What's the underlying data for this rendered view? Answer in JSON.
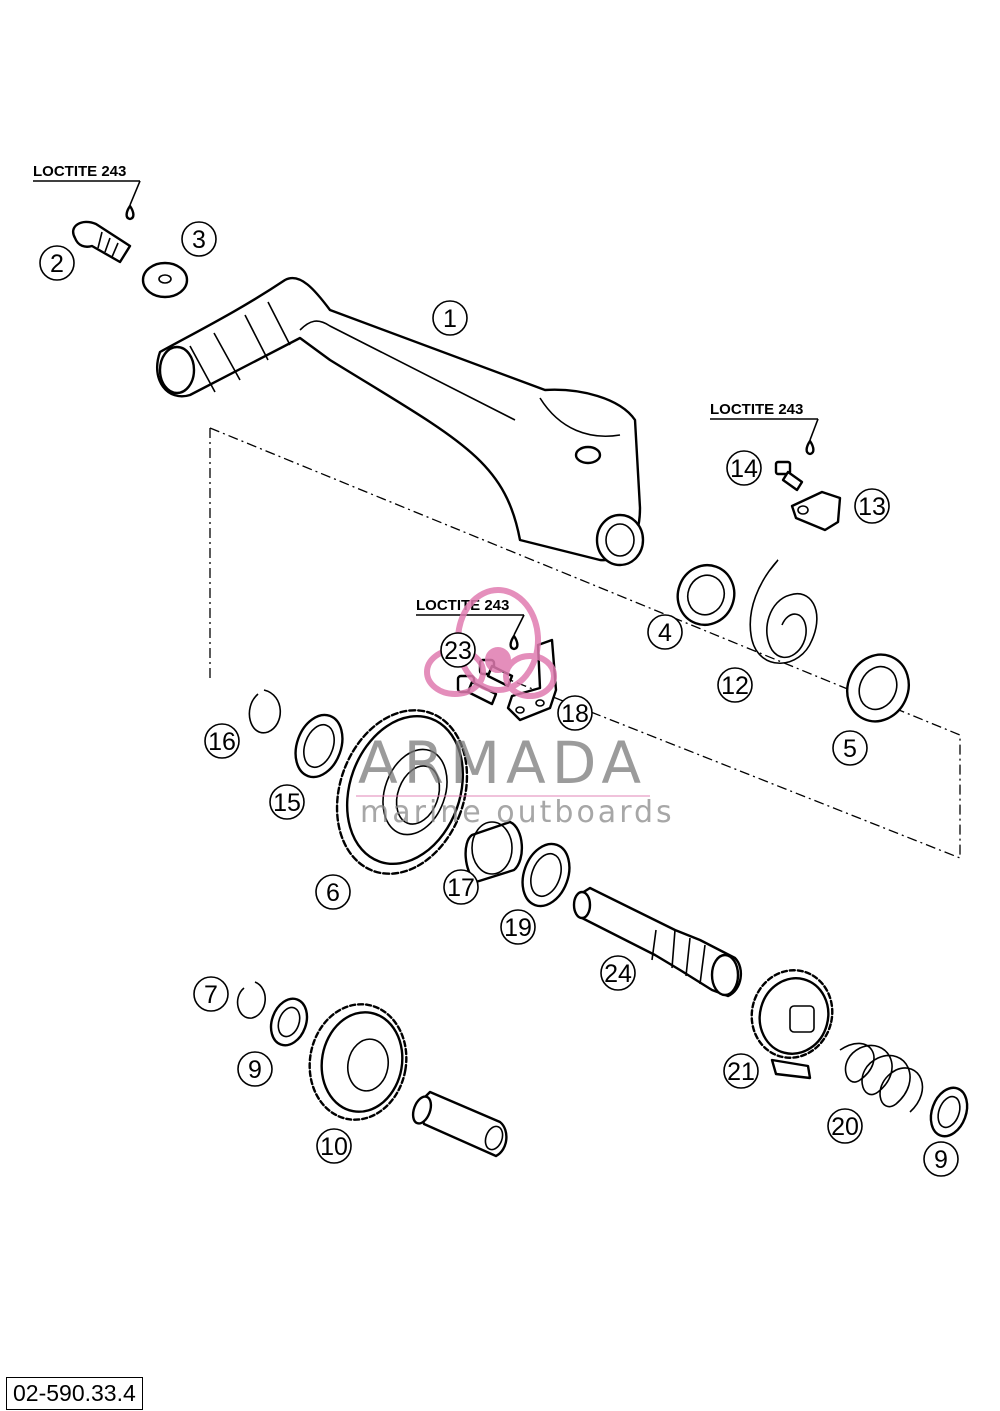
{
  "diagram": {
    "reference_code": "02-590.33.4",
    "note_label": "LOCTITE 243",
    "watermark": {
      "brand": "ARMADA",
      "tagline": "marine outboards",
      "logo_color": "#e07bb0",
      "text_color": "#7a7a7a"
    },
    "callouts": [
      "1",
      "2",
      "3",
      "4",
      "5",
      "6",
      "7",
      "9",
      "9",
      "10",
      "12",
      "13",
      "14",
      "15",
      "16",
      "17",
      "18",
      "19",
      "20",
      "21",
      "23",
      "24"
    ]
  }
}
